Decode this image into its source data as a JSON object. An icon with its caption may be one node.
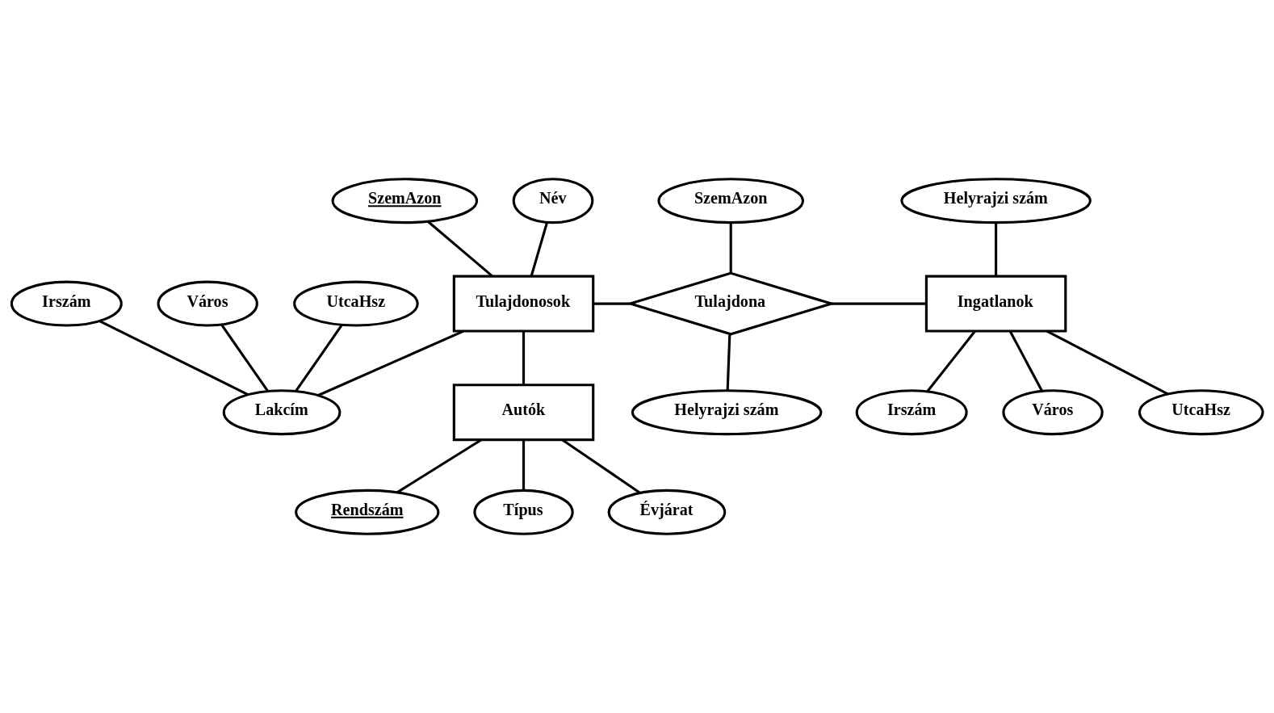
{
  "diagram": {
    "nodes": [
      {
        "text": [
          "SzemAzon"
        ]
      },
      {
        "text": [
          "Név"
        ]
      },
      {
        "text": [
          "Tulajdonosok"
        ]
      },
      {
        "text": [
          "SzemAzon"
        ]
      },
      {
        "text": [
          "Tulajdona"
        ]
      },
      {
        "text": [
          "Helyrajzi szám"
        ]
      },
      {
        "text": [
          "Ingatlanok"
        ]
      },
      {
        "text": [
          "Irszám"
        ]
      },
      {
        "text": [
          "Lakcím"
        ]
      },
      {
        "text": [
          "Város"
        ]
      },
      {
        "text": [
          "UtcaHsz"
        ]
      },
      {
        "text": [
          "Helyrajzi szám"
        ]
      },
      {
        "text": [
          "Irszám"
        ]
      },
      {
        "text": [
          "Város"
        ]
      },
      {
        "text": [
          "UtcaHsz"
        ]
      },
      {
        "text": [
          "Autók"
        ]
      },
      {
        "text": [
          "Rendszám"
        ]
      },
      {
        "text": [
          "Típus"
        ]
      },
      {
        "text": [
          "Évjárat"
        ]
      }
    ],
    "edges": [
      {
        "from": 0,
        "to": 2,
        "arrow": "none"
      },
      {
        "from": 1,
        "to": 2,
        "arrow": "none"
      },
      {
        "from": 2,
        "to": 4,
        "arrow": "none"
      },
      {
        "from": 3,
        "to": 4,
        "arrow": "none"
      },
      {
        "from": 4,
        "to": 6,
        "arrow": "none"
      },
      {
        "from": 5,
        "to": 6,
        "arrow": "none"
      },
      {
        "from": 4,
        "to": 11,
        "arrow": "none"
      },
      {
        "from": 2,
        "to": 8,
        "arrow": "none"
      },
      {
        "from": 7,
        "to": 8,
        "arrow": "none"
      },
      {
        "from": 9,
        "to": 8,
        "arrow": "none"
      },
      {
        "from": 10,
        "to": 8,
        "arrow": "none"
      },
      {
        "from": 6,
        "to": 12,
        "arrow": "none"
      },
      {
        "from": 6,
        "to": 13,
        "arrow": "none"
      },
      {
        "from": 6,
        "to": 14,
        "arrow": "none"
      },
      {
        "from": 2,
        "to": 15,
        "arrow": "none"
      },
      {
        "from": 15,
        "to": 16,
        "arrow": "none"
      },
      {
        "from": 15,
        "to": 17,
        "arrow": "none"
      },
      {
        "from": 15,
        "to": 18,
        "arrow": "none"
      }
    ]
  }
}
